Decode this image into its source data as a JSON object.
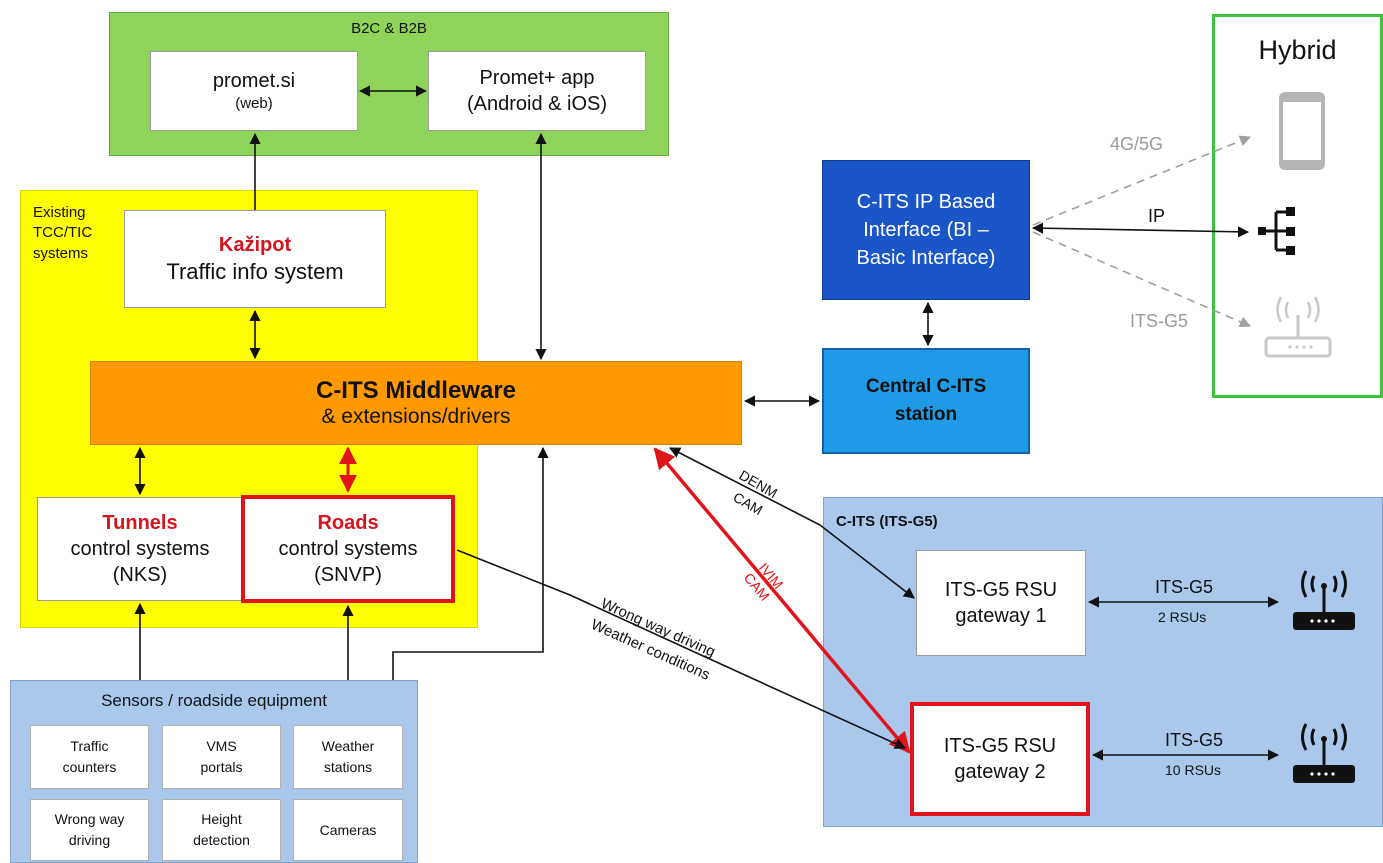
{
  "groups": {
    "b2c": {
      "label": "B2C & B2B"
    },
    "existing": {
      "label_line1": "Existing",
      "label_line2": "TCC/TIC",
      "label_line3": "systems"
    },
    "hybrid": {
      "label": "Hybrid"
    },
    "citsg5": {
      "label": "C-ITS (ITS-G5)"
    },
    "sensors": {
      "label": "Sensors / roadside equipment"
    }
  },
  "nodes": {
    "prometsi": {
      "title": "promet.si",
      "sub": "(web)"
    },
    "prometapp": {
      "title": "Promet+ app",
      "sub": "(Android & iOS)"
    },
    "kazipot": {
      "title": "Kažipot",
      "sub": "Traffic info system"
    },
    "middleware": {
      "title": "C-ITS Middleware",
      "sub": "& extensions/drivers"
    },
    "tunnels": {
      "title": "Tunnels",
      "line2": "control systems",
      "line3": "(NKS)"
    },
    "roads": {
      "title": "Roads",
      "line2": "control systems",
      "line3": "(SNVP)"
    },
    "cits_ip": {
      "line1": "C-ITS IP Based",
      "line2": "Interface (BI –",
      "line3": "Basic Interface)"
    },
    "central": {
      "line1": "Central C-ITS",
      "line2": "station"
    },
    "rsu1": {
      "line1": "ITS-G5 RSU",
      "line2": "gateway 1"
    },
    "rsu2": {
      "line1": "ITS-G5 RSU",
      "line2": "gateway 2"
    }
  },
  "sensors": [
    {
      "line1": "Traffic",
      "line2": "counters"
    },
    {
      "line1": "VMS",
      "line2": "portals"
    },
    {
      "line1": "Weather",
      "line2": "stations"
    },
    {
      "line1": "Wrong way",
      "line2": "driving"
    },
    {
      "line1": "Height",
      "line2": "detection"
    },
    {
      "line1": "Cameras",
      "line2": ""
    }
  ],
  "edges": {
    "g45": "4G/5G",
    "ip": "IP",
    "itsg5_hybrid": "ITS-G5",
    "denm": "DENM",
    "cam1": "CAM",
    "ivim": "IVIM",
    "cam2": "CAM",
    "wrongway": "Wrong way driving",
    "weather": "Weather conditions",
    "rsu1_top": "ITS-G5",
    "rsu1_bot": "2 RSUs",
    "rsu2_top": "ITS-G5",
    "rsu2_bot": "10 RSUs"
  },
  "icons": [
    "phone-icon",
    "network-icon",
    "router-icon"
  ],
  "colors": {
    "red": "#e0141b",
    "green": "#8fd45a",
    "yellow": "#ffff00",
    "orange": "#ff9900",
    "darkblue": "#1a56c8",
    "lightblue": "#1f9ae6",
    "paleblue": "#a9c8ec"
  }
}
